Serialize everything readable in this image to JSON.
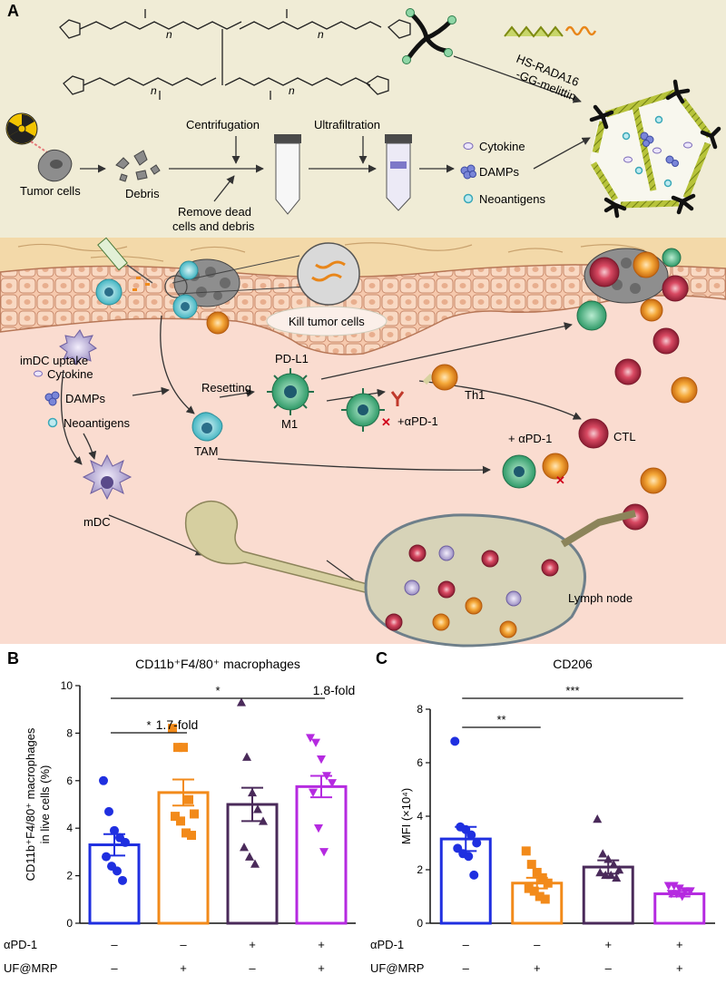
{
  "panels": {
    "a": "A",
    "b": "B",
    "c": "C"
  },
  "schematic": {
    "tumor_cells": "Tumor cells",
    "debris": "Debris",
    "centrifugation": "Centrifugation",
    "ultrafiltration": "Ultrafiltration",
    "remove_dead_1": "Remove dead",
    "remove_dead_2": "cells and debris",
    "cytokine": "Cytokine",
    "damps": "DAMPs",
    "neoantigens": "Neoantigens",
    "peptide_1": "HS-RADA16",
    "peptide_2": "-GG-melittin",
    "subscript_n": "n",
    "kill_tumor": "Kill tumor cells",
    "imdc_uptake": "imDC uptake",
    "pdl1": "PD-L1",
    "resetting": "Resetting",
    "m1": "M1",
    "th1": "Th1",
    "apd1": "+αPD-1",
    "apd1_b": "+ αPD-1",
    "ctl": "CTL",
    "tam": "TAM",
    "mdc": "mDC",
    "lymph_node": "Lymph node"
  },
  "row_labels": {
    "apd1": "αPD-1",
    "ufmrp": "UF@MRP"
  },
  "chart_data": [
    {
      "type": "bar",
      "title": "CD11b⁺F4/80⁺ macrophages",
      "ylabel_line1": "CD11b⁺F4/80⁺ macrophages",
      "ylabel_line2": "in live cells (%)",
      "ylim": [
        0,
        10
      ],
      "yticks": [
        "0",
        "2",
        "4",
        "6",
        "8",
        "10"
      ],
      "treatment_rows": [
        [
          "–",
          "–",
          "+",
          "+"
        ],
        [
          "–",
          "+",
          "–",
          "+"
        ]
      ],
      "colors": [
        "#1f2fe0",
        "#f28a1a",
        "#4a2a5a",
        "#b52ae0"
      ],
      "markers": [
        "circle",
        "square",
        "triangle-up",
        "triangle-down"
      ],
      "means": [
        3.3,
        5.5,
        5.0,
        5.75
      ],
      "sem": [
        0.45,
        0.55,
        0.7,
        0.45
      ],
      "points": [
        [
          6.0,
          4.7,
          3.9,
          3.6,
          3.4,
          2.8,
          2.4,
          2.2,
          1.8
        ],
        [
          8.2,
          7.4,
          7.4,
          5.2,
          4.6,
          4.5,
          4.3,
          3.8,
          3.7
        ],
        [
          9.3,
          7.0,
          5.5,
          4.8,
          4.3,
          3.2,
          2.8,
          2.5
        ],
        [
          7.8,
          7.6,
          6.9,
          6.2,
          5.9,
          5.5,
          4.0,
          3.0
        ]
      ],
      "annotations": [
        {
          "symbol": "*",
          "fold": "1.7-fold",
          "groups": [
            0,
            1
          ]
        },
        {
          "symbol": "*",
          "fold": "1.8-fold",
          "groups": [
            0,
            3
          ]
        }
      ]
    },
    {
      "type": "bar",
      "title": "CD206",
      "ylabel": "MFI (×10⁴)",
      "ylim": [
        0,
        8
      ],
      "yticks": [
        "0",
        "2",
        "4",
        "6",
        "8"
      ],
      "treatment_rows": [
        [
          "–",
          "–",
          "+",
          "+"
        ],
        [
          "–",
          "+",
          "–",
          "+"
        ]
      ],
      "colors": [
        "#1f2fe0",
        "#f28a1a",
        "#4a2a5a",
        "#b52ae0"
      ],
      "markers": [
        "circle",
        "square",
        "triangle-up",
        "triangle-down"
      ],
      "means": [
        3.15,
        1.5,
        2.1,
        1.1
      ],
      "sem": [
        0.45,
        0.2,
        0.25,
        0.1
      ],
      "points": [
        [
          6.8,
          3.6,
          3.5,
          3.3,
          3.0,
          2.8,
          2.6,
          2.5,
          1.8
        ],
        [
          2.7,
          2.2,
          1.9,
          1.7,
          1.5,
          1.3,
          1.2,
          1.0,
          0.9
        ],
        [
          3.9,
          2.6,
          2.4,
          2.2,
          2.0,
          1.9,
          1.8,
          1.8,
          1.7
        ],
        [
          1.4,
          1.4,
          1.3,
          1.2,
          1.2,
          1.1,
          1.1,
          1.0
        ]
      ],
      "annotations": [
        {
          "symbol": "**",
          "groups": [
            0,
            1
          ]
        },
        {
          "symbol": "***",
          "groups": [
            0,
            3
          ]
        }
      ]
    }
  ]
}
